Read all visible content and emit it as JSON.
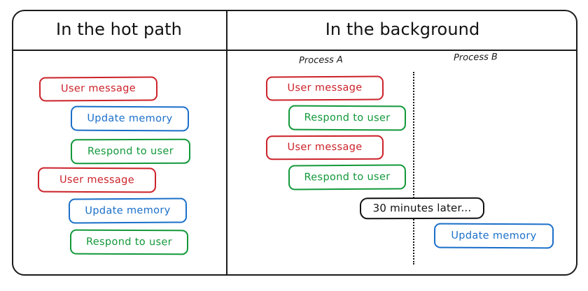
{
  "diagram": {
    "columns": [
      {
        "id": "hot-path",
        "title": "In the hot path"
      },
      {
        "id": "background",
        "title": "In the background"
      }
    ],
    "process_labels": [
      {
        "id": "process-a",
        "text": "Process A"
      },
      {
        "id": "process-b",
        "text": "Process B"
      }
    ],
    "colors": {
      "user_message": "#cc2229",
      "update_memory": "#1a6fc9",
      "respond_to_user": "#12983a",
      "note": "#111111",
      "frame": "#1b1b1b"
    },
    "hot_path_steps": [
      {
        "label": "User message",
        "kind": "user-message"
      },
      {
        "label": "Update memory",
        "kind": "update-memory"
      },
      {
        "label": "Respond to user",
        "kind": "respond-to-user"
      },
      {
        "label": "User message",
        "kind": "user-message"
      },
      {
        "label": "Update memory",
        "kind": "update-memory"
      },
      {
        "label": "Respond to user",
        "kind": "respond-to-user"
      }
    ],
    "background_process_a_steps": [
      {
        "label": "User message",
        "kind": "user-message"
      },
      {
        "label": "Respond to user",
        "kind": "respond-to-user"
      },
      {
        "label": "User message",
        "kind": "user-message"
      },
      {
        "label": "Respond to user",
        "kind": "respond-to-user"
      }
    ],
    "background_note": {
      "label": "30 minutes later...",
      "kind": "time-note"
    },
    "background_process_b_steps": [
      {
        "label": "Update memory",
        "kind": "update-memory"
      }
    ]
  }
}
